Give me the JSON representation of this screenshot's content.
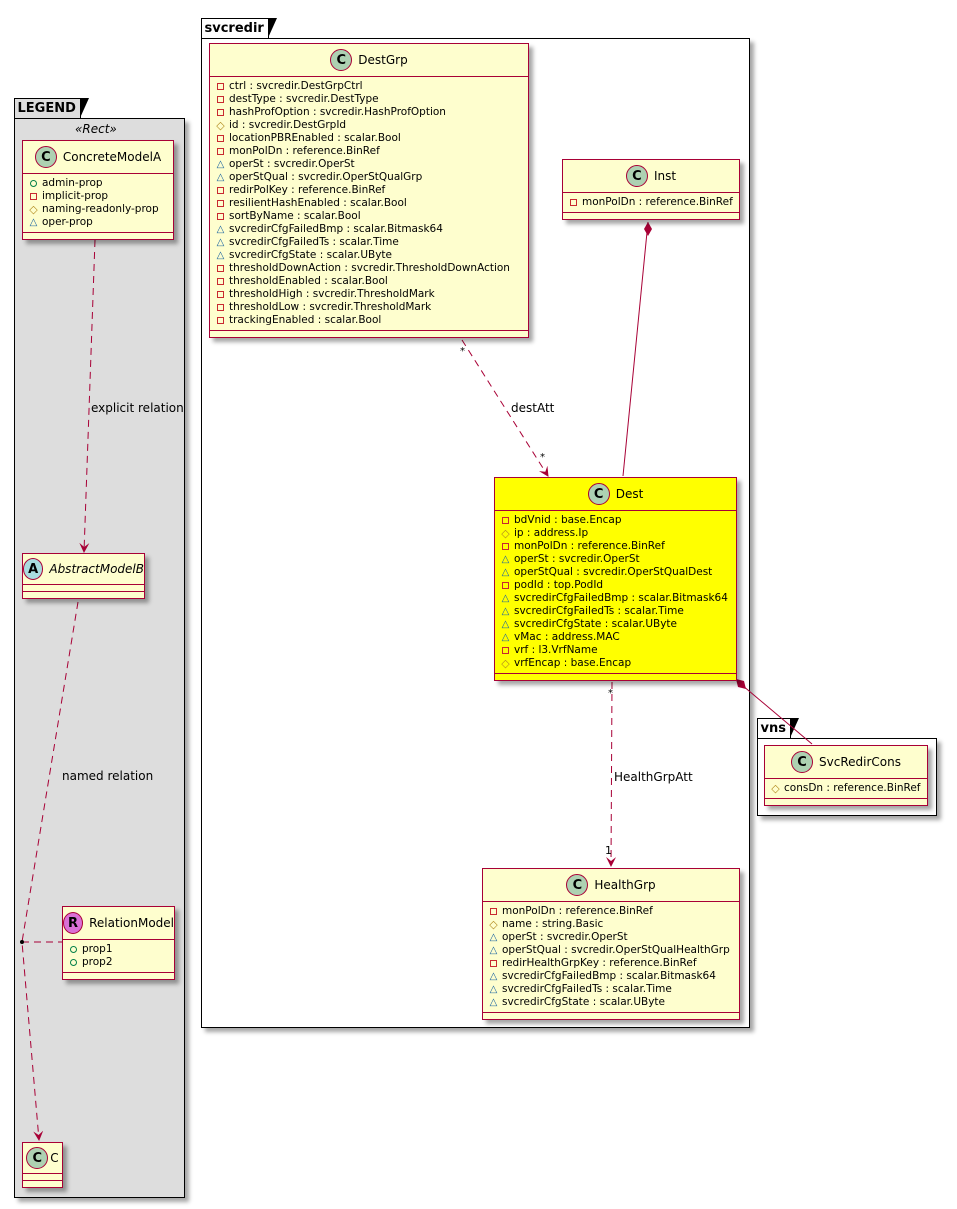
{
  "packages": {
    "legend": {
      "title": "LEGEND",
      "stereotype": "«Rect»"
    },
    "svcredir": {
      "title": "svcredir"
    },
    "vns": {
      "title": "vns"
    }
  },
  "legend": {
    "concrete": {
      "name": "ConcreteModelA",
      "badge": "C",
      "attrs": [
        {
          "vis": "public",
          "text": "admin-prop"
        },
        {
          "vis": "private",
          "text": "implicit-prop"
        },
        {
          "vis": "protected",
          "text": "naming-readonly-prop"
        },
        {
          "vis": "package",
          "text": "oper-prop"
        }
      ]
    },
    "abstract": {
      "name": "AbstractModelB",
      "badge": "A"
    },
    "relation": {
      "name": "RelationModel",
      "badge": "R",
      "attrs": [
        {
          "vis": "public",
          "text": "prop1"
        },
        {
          "vis": "public",
          "text": "prop2"
        }
      ]
    },
    "c": {
      "name": "C",
      "badge": "C"
    },
    "edge_labels": {
      "explicit": "explicit relation",
      "named": "named relation"
    }
  },
  "classes": {
    "destgrp": {
      "name": "DestGrp",
      "badge": "C",
      "attrs": [
        {
          "vis": "private",
          "text": "ctrl : svcredir.DestGrpCtrl"
        },
        {
          "vis": "private",
          "text": "destType : svcredir.DestType"
        },
        {
          "vis": "private",
          "text": "hashProfOption : svcredir.HashProfOption"
        },
        {
          "vis": "protected",
          "text": "id : svcredir.DestGrpId"
        },
        {
          "vis": "private",
          "text": "locationPBREnabled : scalar.Bool"
        },
        {
          "vis": "private",
          "text": "monPolDn : reference.BinRef"
        },
        {
          "vis": "package",
          "text": "operSt : svcredir.OperSt"
        },
        {
          "vis": "package",
          "text": "operStQual : svcredir.OperStQualGrp"
        },
        {
          "vis": "private",
          "text": "redirPolKey : reference.BinRef"
        },
        {
          "vis": "private",
          "text": "resilientHashEnabled : scalar.Bool"
        },
        {
          "vis": "private",
          "text": "sortByName : scalar.Bool"
        },
        {
          "vis": "package",
          "text": "svcredirCfgFailedBmp : scalar.Bitmask64"
        },
        {
          "vis": "package",
          "text": "svcredirCfgFailedTs : scalar.Time"
        },
        {
          "vis": "package",
          "text": "svcredirCfgState : scalar.UByte"
        },
        {
          "vis": "private",
          "text": "thresholdDownAction : svcredir.ThresholdDownAction"
        },
        {
          "vis": "private",
          "text": "thresholdEnabled : scalar.Bool"
        },
        {
          "vis": "private",
          "text": "thresholdHigh : svcredir.ThresholdMark"
        },
        {
          "vis": "private",
          "text": "thresholdLow : svcredir.ThresholdMark"
        },
        {
          "vis": "private",
          "text": "trackingEnabled : scalar.Bool"
        }
      ]
    },
    "inst": {
      "name": "Inst",
      "badge": "C",
      "attrs": [
        {
          "vis": "private",
          "text": "monPolDn : reference.BinRef"
        }
      ]
    },
    "dest": {
      "name": "Dest",
      "badge": "C",
      "attrs": [
        {
          "vis": "private",
          "text": "bdVnid : base.Encap"
        },
        {
          "vis": "protected",
          "text": "ip : address.Ip"
        },
        {
          "vis": "private",
          "text": "monPolDn : reference.BinRef"
        },
        {
          "vis": "package",
          "text": "operSt : svcredir.OperSt"
        },
        {
          "vis": "package",
          "text": "operStQual : svcredir.OperStQualDest"
        },
        {
          "vis": "private",
          "text": "podId : top.PodId"
        },
        {
          "vis": "package",
          "text": "svcredirCfgFailedBmp : scalar.Bitmask64"
        },
        {
          "vis": "package",
          "text": "svcredirCfgFailedTs : scalar.Time"
        },
        {
          "vis": "package",
          "text": "svcredirCfgState : scalar.UByte"
        },
        {
          "vis": "package",
          "text": "vMac : address.MAC"
        },
        {
          "vis": "private",
          "text": "vrf : l3.VrfName"
        },
        {
          "vis": "protected",
          "text": "vrfEncap : base.Encap"
        }
      ]
    },
    "healthgrp": {
      "name": "HealthGrp",
      "badge": "C",
      "attrs": [
        {
          "vis": "private",
          "text": "monPolDn : reference.BinRef"
        },
        {
          "vis": "protected",
          "text": "name : string.Basic"
        },
        {
          "vis": "package",
          "text": "operSt : svcredir.OperSt"
        },
        {
          "vis": "package",
          "text": "operStQual : svcredir.OperStQualHealthGrp"
        },
        {
          "vis": "private",
          "text": "redirHealthGrpKey : reference.BinRef"
        },
        {
          "vis": "package",
          "text": "svcredirCfgFailedBmp : scalar.Bitmask64"
        },
        {
          "vis": "package",
          "text": "svcredirCfgFailedTs : scalar.Time"
        },
        {
          "vis": "package",
          "text": "svcredirCfgState : scalar.UByte"
        }
      ]
    },
    "svcredircons": {
      "name": "SvcRedirCons",
      "badge": "C",
      "attrs": [
        {
          "vis": "protected",
          "text": "consDn : reference.BinRef"
        }
      ]
    }
  },
  "relations": {
    "destatt": {
      "label": "destAtt",
      "from_mult": "*",
      "to_mult": "*"
    },
    "healthgrpatt": {
      "label": "HealthGrpAtt",
      "from_mult": "*",
      "to_mult": "1"
    }
  },
  "colors": {
    "class_fill": "#FEFECE",
    "highlight_fill": "#FFFF00",
    "border": "#A80036",
    "legend_bg": "#DDDDDD"
  }
}
